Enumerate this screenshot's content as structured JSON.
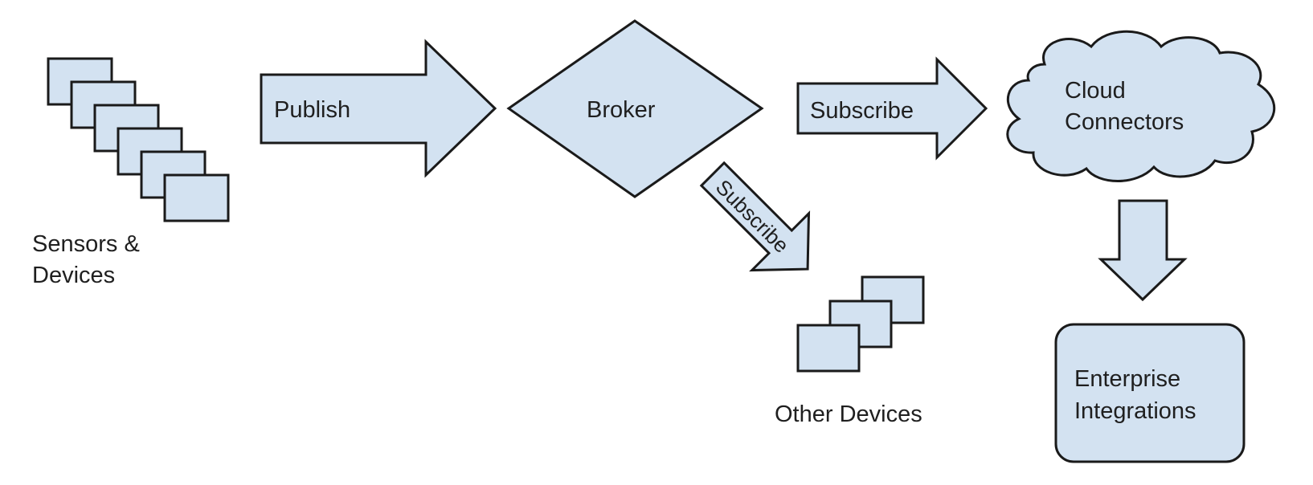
{
  "colors": {
    "fill": "#d3e2f1",
    "stroke": "#1a1a1a",
    "text": "#1f1f1f"
  },
  "nodes": {
    "sensors": {
      "line1": "Sensors &",
      "line2": "Devices"
    },
    "broker": {
      "label": "Broker"
    },
    "cloud": {
      "line1": "Cloud",
      "line2": "Connectors"
    },
    "other_devices": {
      "label": "Other Devices"
    },
    "enterprise": {
      "line1": "Enterprise",
      "line2": "Integrations"
    }
  },
  "edges": {
    "publish": {
      "label": "Publish"
    },
    "subscribe_cloud": {
      "label": "Subscribe"
    },
    "subscribe_devices": {
      "label": "Subscribe"
    }
  }
}
